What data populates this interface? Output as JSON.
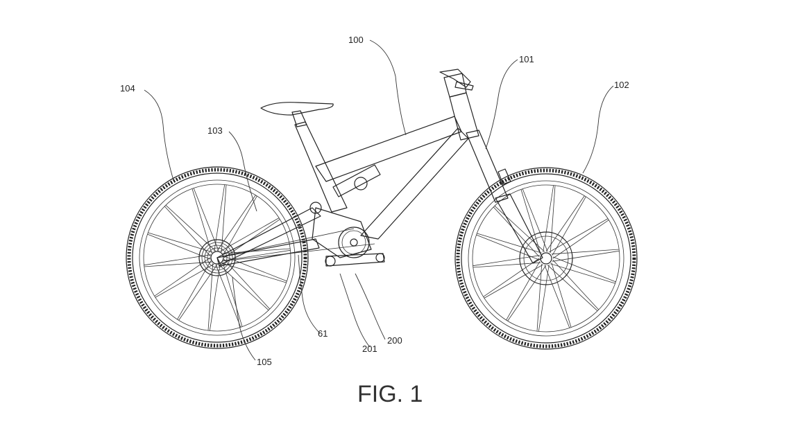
{
  "figure": {
    "caption": "FIG. 1",
    "labels": {
      "frame": "100",
      "fork": "101",
      "front_wheel": "102",
      "swingarm": "103",
      "rear_wheel": "104",
      "cassette": "105",
      "link": "61",
      "drive_unit": "200",
      "crank": "201"
    }
  }
}
